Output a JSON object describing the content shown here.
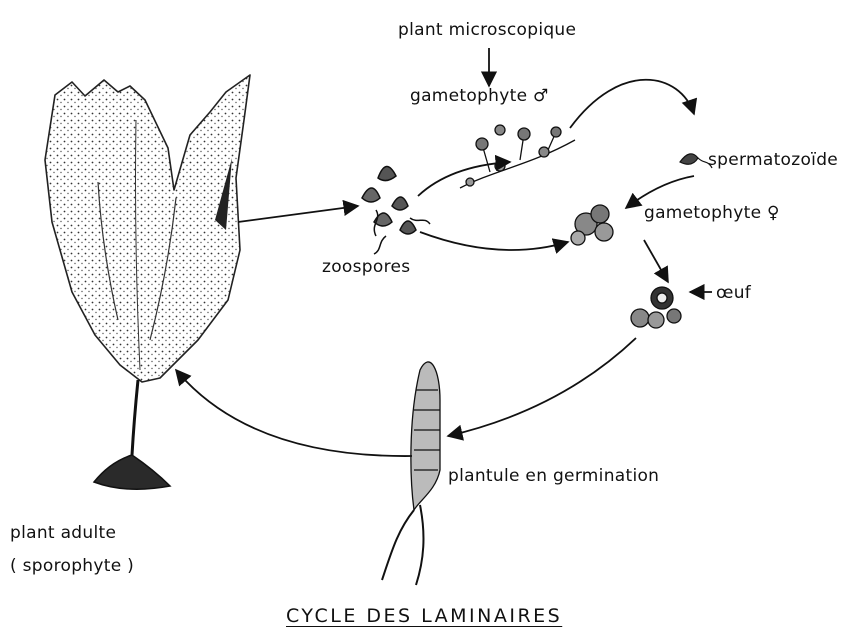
{
  "title": "CYCLE DES LAMINAIRES",
  "labels": {
    "plant_microscopique": "plant microscopique",
    "gametophyte_male": "gametophyte ♂",
    "spermatozoide": "spermatozoïde",
    "gametophyte_female": "gametophyte ♀",
    "zoospores": "zoospores",
    "oeuf": "œuf",
    "plantule": "plantule en germination",
    "plant_adulte": "plant adulte",
    "sporophyte": "( sporophyte )"
  },
  "colors": {
    "ink": "#111111",
    "paper": "#ffffff"
  }
}
